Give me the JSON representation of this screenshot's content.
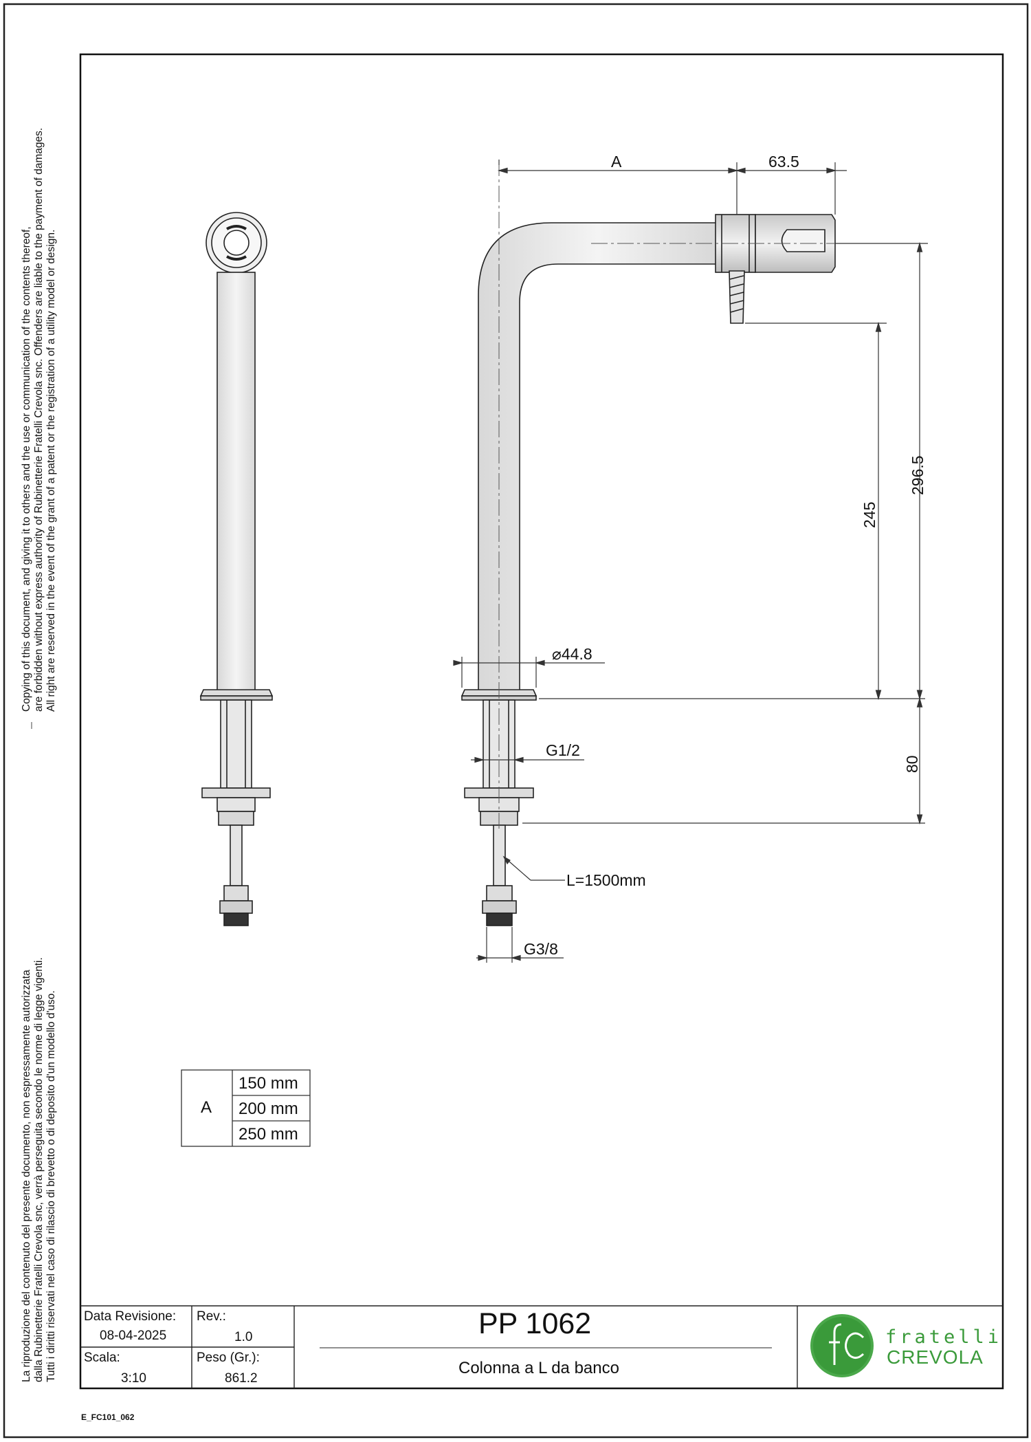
{
  "legal": {
    "en": [
      "Copying of this document, and giving it to others and the use or communication of the contents thereof,",
      "are forbidden without express authority of Rubinetterie Fratelli Crevola snc. Offenders are liable to the payment of damages.",
      "All right are reserved in the event of the grant of a patent or the registration of a utility model or design."
    ],
    "it": [
      "La riproduzione del contenuto del presente documento, non espressamente autorizzata",
      "dalla Rubinetterie Fratelli Crevola snc, verrà perseguita secondo le norme di legge vigenti.",
      "Tutti i diritti riservati nel caso di rilascio di brevetto o di deposito d'un modello d'uso."
    ]
  },
  "dimensions": {
    "a": "A",
    "d63": "63.5",
    "d296": "296.5",
    "d245": "245",
    "d80": "80",
    "dia": "44.8",
    "g12": "G1/2",
    "len": "L=1500mm",
    "g38": "G3/8"
  },
  "variants": {
    "label": "A",
    "values": [
      "150 mm",
      "200 mm",
      "250 mm"
    ]
  },
  "title_block": {
    "revision_date_label": "Data Revisione:",
    "revision_date": "08-04-2025",
    "rev_label": "Rev.:",
    "rev": "1.0",
    "scale_label": "Scala:",
    "scale": "3:10",
    "weight_label": "Peso (Gr.):",
    "weight": "861.2",
    "code": "PP 1062",
    "description": "Colonna a L da banco"
  },
  "logo": {
    "mark": "fc",
    "line1": "fratelli",
    "line2": "CREVOLA",
    "color": "#3a9a3a"
  },
  "doc_code": "E_FC101_062"
}
